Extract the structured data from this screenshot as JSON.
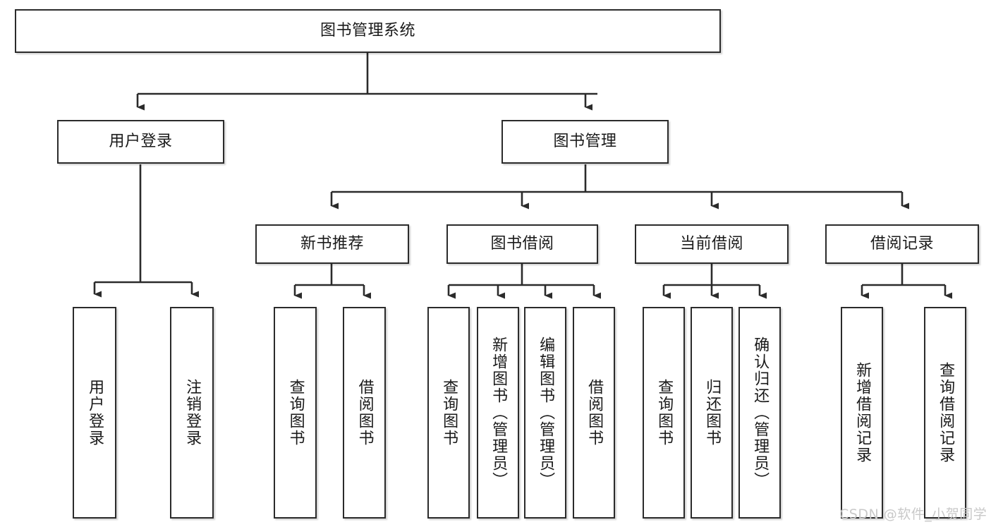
{
  "diagram": {
    "type": "tree",
    "title": "图书管理系统",
    "colors": {
      "box_border": "#2b2b2b",
      "box_fill": "#ffffff",
      "connector": "#2b2b2b",
      "text": "#1a1a1a",
      "watermark": "#c9c9c9",
      "background": "#ffffff"
    },
    "nodes": {
      "root": {
        "label": "图书管理系统",
        "orientation": "horizontal"
      },
      "level2": [
        {
          "label": "用户登录",
          "orientation": "horizontal"
        },
        {
          "label": "图书管理",
          "orientation": "horizontal"
        }
      ],
      "level3": [
        {
          "label": "新书推荐",
          "orientation": "horizontal"
        },
        {
          "label": "图书借阅",
          "orientation": "horizontal"
        },
        {
          "label": "当前借阅",
          "orientation": "horizontal"
        },
        {
          "label": "借阅记录",
          "orientation": "horizontal"
        }
      ],
      "leaves": {
        "user_login": [
          {
            "label": "用户登录",
            "orientation": "vertical"
          },
          {
            "label": "注销登录",
            "orientation": "vertical"
          }
        ],
        "new_book_recommend": [
          {
            "label": "查询图书",
            "orientation": "vertical"
          },
          {
            "label": "借阅图书",
            "orientation": "vertical"
          }
        ],
        "book_borrow": [
          {
            "label": "查询图书",
            "orientation": "vertical"
          },
          {
            "label": "新增图书（管理员）",
            "orientation": "vertical"
          },
          {
            "label": "编辑图书（管理员）",
            "orientation": "vertical"
          },
          {
            "label": "借阅图书",
            "orientation": "vertical"
          }
        ],
        "current_borrow": [
          {
            "label": "查询图书",
            "orientation": "vertical"
          },
          {
            "label": "归还图书",
            "orientation": "vertical"
          },
          {
            "label": "确认归还（管理员）",
            "orientation": "vertical"
          }
        ],
        "borrow_record": [
          {
            "label": "新增借阅记录",
            "orientation": "vertical"
          },
          {
            "label": "查询借阅记录",
            "orientation": "vertical"
          }
        ]
      }
    },
    "edges": [
      {
        "from": "图书管理系统",
        "to": "用户登录"
      },
      {
        "from": "图书管理系统",
        "to": "图书管理"
      },
      {
        "from": "图书管理",
        "to": "新书推荐"
      },
      {
        "from": "图书管理",
        "to": "图书借阅"
      },
      {
        "from": "图书管理",
        "to": "当前借阅"
      },
      {
        "from": "图书管理",
        "to": "借阅记录"
      },
      {
        "from": "用户登录",
        "to": "用户登录(叶)"
      },
      {
        "from": "用户登录",
        "to": "注销登录"
      },
      {
        "from": "新书推荐",
        "to": "查询图书"
      },
      {
        "from": "新书推荐",
        "to": "借阅图书"
      },
      {
        "from": "图书借阅",
        "to": "查询图书"
      },
      {
        "from": "图书借阅",
        "to": "新增图书（管理员）"
      },
      {
        "from": "图书借阅",
        "to": "编辑图书（管理员）"
      },
      {
        "from": "图书借阅",
        "to": "借阅图书"
      },
      {
        "from": "当前借阅",
        "to": "查询图书"
      },
      {
        "from": "当前借阅",
        "to": "归还图书"
      },
      {
        "from": "当前借阅",
        "to": "确认归还（管理员）"
      },
      {
        "from": "借阅记录",
        "to": "新增借阅记录"
      },
      {
        "from": "借阅记录",
        "to": "查询借阅记录"
      }
    ]
  },
  "watermark": {
    "text": "CSDN @软件_小贺同学"
  }
}
